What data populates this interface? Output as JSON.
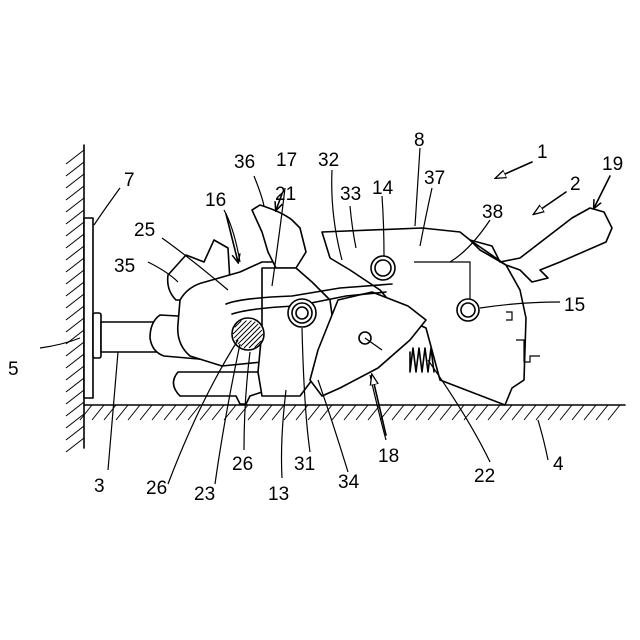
{
  "diagram": {
    "labels": [
      {
        "id": "lbl-1",
        "text": "1"
      },
      {
        "id": "lbl-2",
        "text": "2"
      },
      {
        "id": "lbl-3",
        "text": "3"
      },
      {
        "id": "lbl-4",
        "text": "4"
      },
      {
        "id": "lbl-5",
        "text": "5"
      },
      {
        "id": "lbl-7",
        "text": "7"
      },
      {
        "id": "lbl-8",
        "text": "8"
      },
      {
        "id": "lbl-13",
        "text": "13"
      },
      {
        "id": "lbl-14",
        "text": "14"
      },
      {
        "id": "lbl-15",
        "text": "15"
      },
      {
        "id": "lbl-16",
        "text": "16"
      },
      {
        "id": "lbl-17",
        "text": "17"
      },
      {
        "id": "lbl-18",
        "text": "18"
      },
      {
        "id": "lbl-19",
        "text": "19"
      },
      {
        "id": "lbl-21",
        "text": "21"
      },
      {
        "id": "lbl-22",
        "text": "22"
      },
      {
        "id": "lbl-23",
        "text": "23"
      },
      {
        "id": "lbl-25",
        "text": "25"
      },
      {
        "id": "lbl-26a",
        "text": "26"
      },
      {
        "id": "lbl-26b",
        "text": "26"
      },
      {
        "id": "lbl-31",
        "text": "31"
      },
      {
        "id": "lbl-32",
        "text": "32"
      },
      {
        "id": "lbl-33",
        "text": "33"
      },
      {
        "id": "lbl-34",
        "text": "34"
      },
      {
        "id": "lbl-35",
        "text": "35"
      },
      {
        "id": "lbl-36",
        "text": "36"
      },
      {
        "id": "lbl-37",
        "text": "37"
      },
      {
        "id": "lbl-38",
        "text": "38"
      }
    ]
  }
}
